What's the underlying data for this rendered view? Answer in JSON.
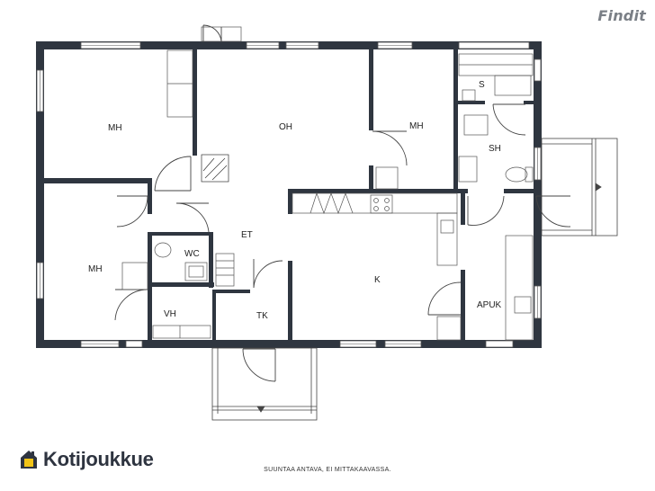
{
  "badge": {
    "label": "Findit"
  },
  "brand": {
    "name": "Kotijoukkue"
  },
  "footnote": "SUUNTAA ANTAVA, EI MITTAKAAVASSA.",
  "rooms": {
    "mh_top_left": "MH",
    "oh": "OH",
    "mh_top_right": "MH",
    "s": "S",
    "sh": "SH",
    "et": "ET",
    "wc": "WC",
    "mh_bottom_left": "MH",
    "k": "K",
    "apuk": "APUK",
    "vh": "VH",
    "tk": "TK"
  },
  "colors": {
    "wall": "#2f3640",
    "line": "#555555",
    "logo_yellow": "#f2c417",
    "logo_dark": "#2e3440"
  }
}
